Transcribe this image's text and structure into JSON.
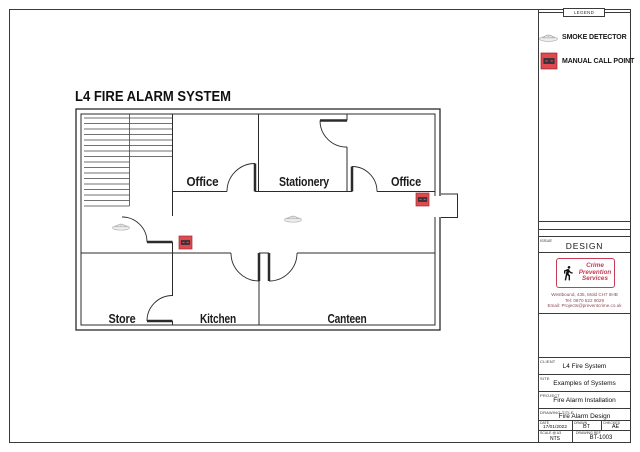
{
  "sheet_title": "L4 FIRE ALARM SYSTEM",
  "legend": {
    "header": "LEGEND",
    "items": [
      {
        "icon": "smoke-detector-icon",
        "label": "SMOKE DETECTOR"
      },
      {
        "icon": "manual-call-point-icon",
        "label": "MANUAL CALL POINT"
      }
    ]
  },
  "issue": {
    "label": "ISSUE",
    "value": "DESIGN"
  },
  "company": {
    "name_line1": "Crime",
    "name_line2": "Prevention",
    "name_line3": "Services",
    "address": "Westbound, 435, Mold CH7 6HB",
    "tel": "Tel: 0870 522 9029",
    "email": "Email: Projects@preventcrime.co.uk"
  },
  "title_block": {
    "client_label": "CLIENT",
    "client": "L4 Fire System",
    "site_label": "SITE",
    "site": "Examples of Systems",
    "project_label": "PROJECT",
    "project": "Fire Alarm Installation",
    "drawing_title_label": "DRAWING TITLE",
    "drawing_title": "Fire Alarm Design",
    "date_label": "DATE",
    "date": "17/01/2022",
    "drawn_label": "DRAWN",
    "drawn": "BT",
    "checked_label": "CHECKED",
    "checked": "AE",
    "scale_label": "SCALE @ A3",
    "scale": "NTS",
    "ref_label": "DRAWING REF",
    "ref": "BT-1003"
  },
  "plan": {
    "rooms": [
      {
        "label": "Office"
      },
      {
        "label": "Stationery"
      },
      {
        "label": "Office"
      },
      {
        "label": "Store"
      },
      {
        "label": "Kitchen"
      },
      {
        "label": "Canteen"
      }
    ],
    "devices": {
      "smoke_detectors": 2,
      "manual_call_points": 2
    }
  },
  "colors": {
    "call_point_red": "#e0494f",
    "logo_red": "#c63d55",
    "line": "#2b2b2b"
  }
}
